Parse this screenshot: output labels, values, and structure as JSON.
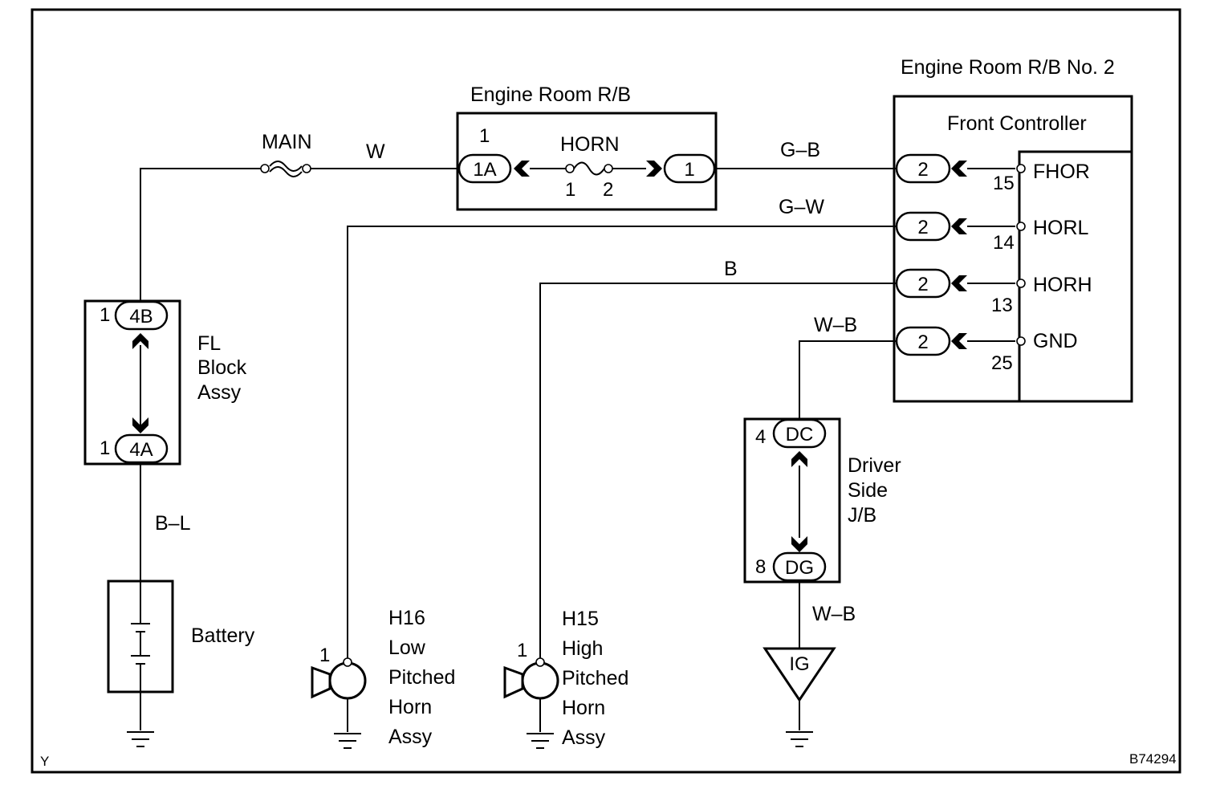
{
  "relay_blocks": {
    "engine_room_rb": "Engine Room R/B",
    "engine_room_rb_no2": "Engine Room R/B No. 2",
    "front_controller": "Front Controller"
  },
  "fuses": {
    "main": "MAIN",
    "horn": "HORN",
    "horn_pin1": "1",
    "horn_pin2": "2"
  },
  "wires": {
    "main_to_rb": "W",
    "rb_to_controller": "G–B",
    "horl": "G–W",
    "horh": "B",
    "gnd": "W–B",
    "jb_to_ig": "W–B",
    "fl_to_battery": "B–L"
  },
  "connectors": {
    "rb_in_pin": "1",
    "rb_in": "1A",
    "rb_out": "1",
    "ctrl": "2",
    "fl_top_pin": "1",
    "fl_top": "4B",
    "fl_bot_pin": "1",
    "fl_bot": "4A",
    "jb_top_pin": "4",
    "jb_top": "DC",
    "jb_bot_pin": "8",
    "jb_bot": "DG"
  },
  "controller_terminals": [
    {
      "name": "FHOR",
      "pin": "15"
    },
    {
      "name": "HORL",
      "pin": "14"
    },
    {
      "name": "HORH",
      "pin": "13"
    },
    {
      "name": "GND",
      "pin": "25"
    }
  ],
  "components": {
    "fl_block": [
      "FL",
      "Block",
      "Assy"
    ],
    "driver_jb": [
      "Driver",
      "Side",
      "J/B"
    ],
    "battery": "Battery",
    "ig": "IG",
    "low_horn": {
      "pin": "1",
      "lines": [
        "H16",
        "Low",
        "Pitched",
        "Horn",
        "Assy"
      ]
    },
    "high_horn": {
      "pin": "1",
      "lines": [
        "H15",
        "High",
        "Pitched",
        "Horn",
        "Assy"
      ]
    }
  },
  "footer": {
    "left": "Y",
    "code": "B74294"
  }
}
